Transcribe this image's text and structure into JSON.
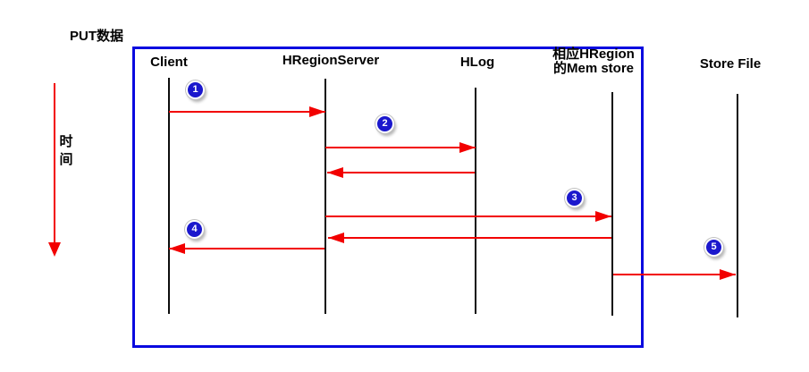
{
  "title": "PUT数据",
  "time_axis": {
    "char1": "时",
    "char2": "间"
  },
  "colors": {
    "background": "#ffffff",
    "text": "#000000",
    "frame": "#0a0adf",
    "arrow": "#f20000",
    "lifeline": "#0d0d0d",
    "badge-bg": "#1b18cd",
    "badge-border": "#ffffff",
    "badge-text": "#ffffff"
  },
  "lifelines": [
    {
      "id": "client",
      "label": "Client"
    },
    {
      "id": "hregionserver",
      "label": "HRegionServer"
    },
    {
      "id": "hlog",
      "label": "HLog"
    },
    {
      "id": "memstore",
      "label_line1": "相应HRegion",
      "label_line2": "的Mem store"
    },
    {
      "id": "storefile",
      "label": "Store File"
    }
  ],
  "arrows": [
    {
      "step": "1",
      "from": "client",
      "to": "hregionserver",
      "kind": "message"
    },
    {
      "step": "2",
      "from": "hregionserver",
      "to": "hlog",
      "kind": "message"
    },
    {
      "from": "hlog",
      "to": "hregionserver",
      "kind": "return"
    },
    {
      "step": "3",
      "from": "hregionserver",
      "to": "memstore",
      "kind": "message"
    },
    {
      "from": "memstore",
      "to": "hregionserver",
      "kind": "return"
    },
    {
      "step": "4",
      "from": "hregionserver",
      "to": "client",
      "kind": "message"
    },
    {
      "step": "5",
      "from": "memstore",
      "to": "storefile",
      "kind": "message"
    }
  ]
}
